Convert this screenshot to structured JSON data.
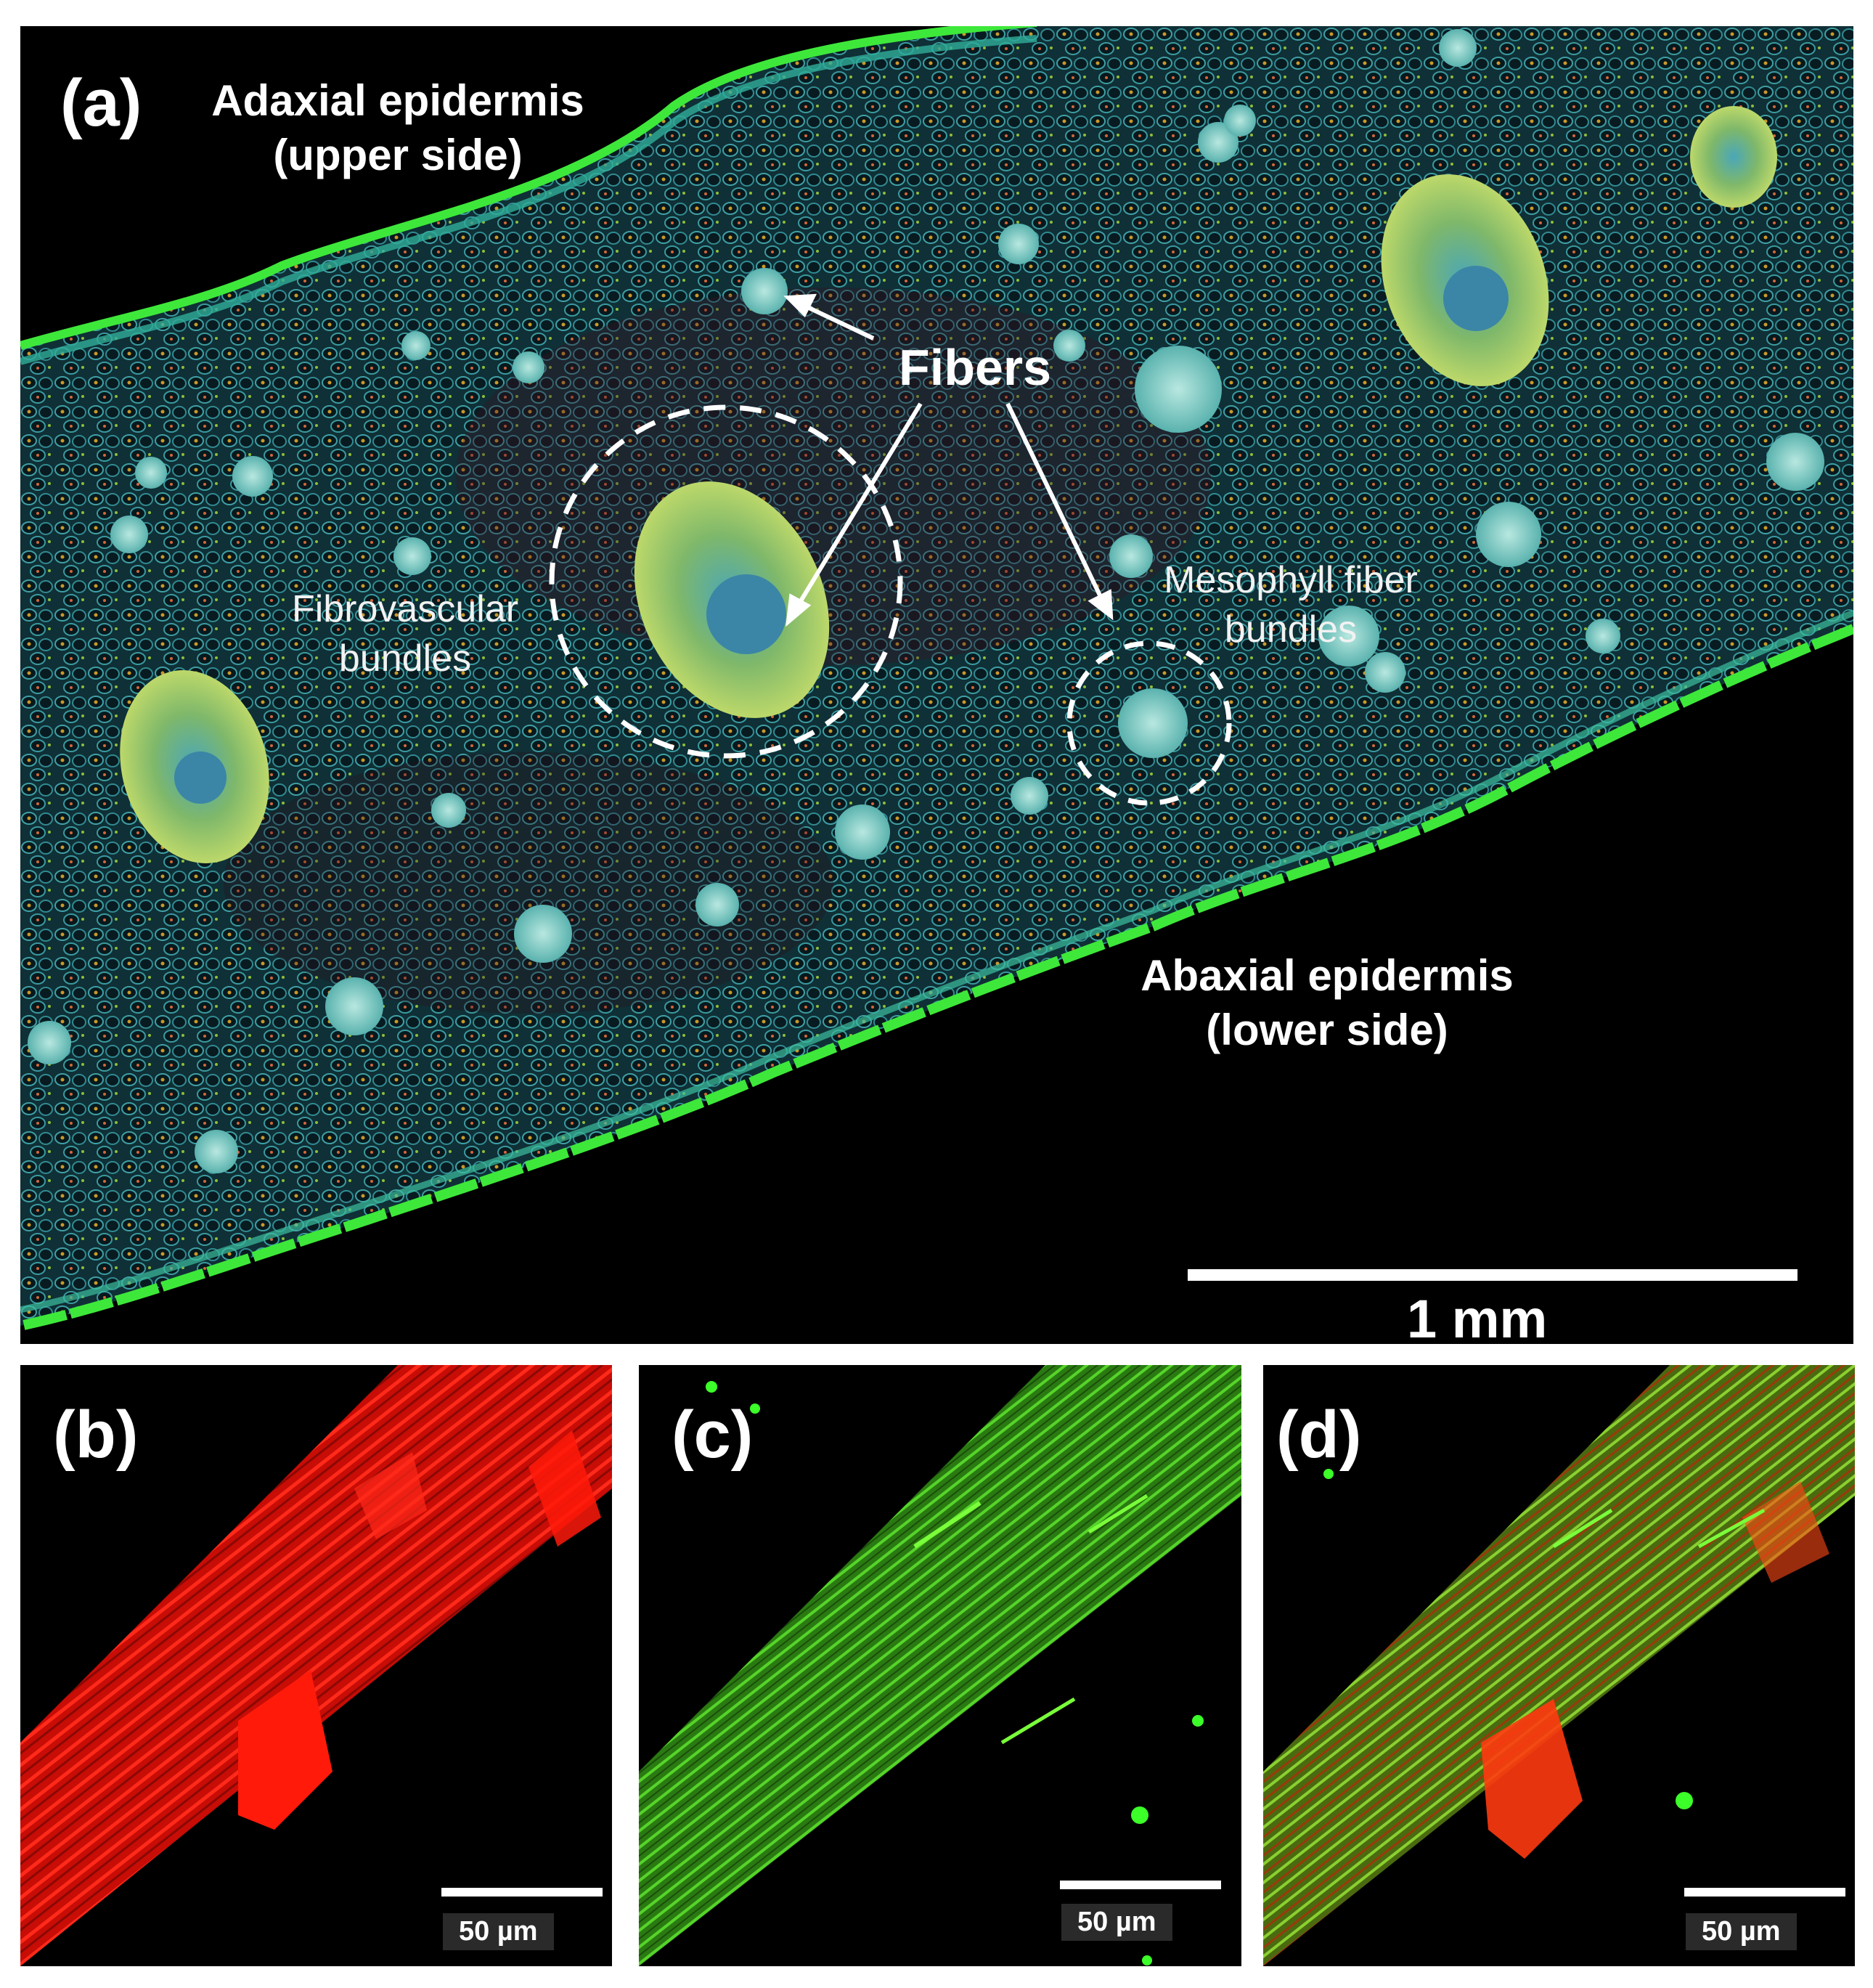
{
  "panels": {
    "a": {
      "letter": "(a)",
      "adaxial_line1": "Adaxial epidermis",
      "adaxial_line2": "(upper side)",
      "abaxial_line1": "Abaxial epidermis",
      "abaxial_line2": "(lower side)",
      "fibers": "Fibers",
      "fibrovascular_line1": "Fibrovascular",
      "fibrovascular_line2": "bundles",
      "mesophyll_line1": "Mesophyll fiber",
      "mesophyll_line2": "bundles",
      "scale": "1 mm"
    },
    "b": {
      "letter": "(b)",
      "scale": "50 µm"
    },
    "c": {
      "letter": "(c)",
      "scale": "50 µm"
    },
    "d": {
      "letter": "(d)",
      "scale": "50 µm"
    }
  },
  "colors": {
    "background": "#000000",
    "epidermis_green": "#3ee83a",
    "tissue_cyan": "#2fa6b4",
    "fiber_red": "#ff1a0a",
    "fiber_green": "#4fcf22",
    "annotation": "#ffffff"
  }
}
